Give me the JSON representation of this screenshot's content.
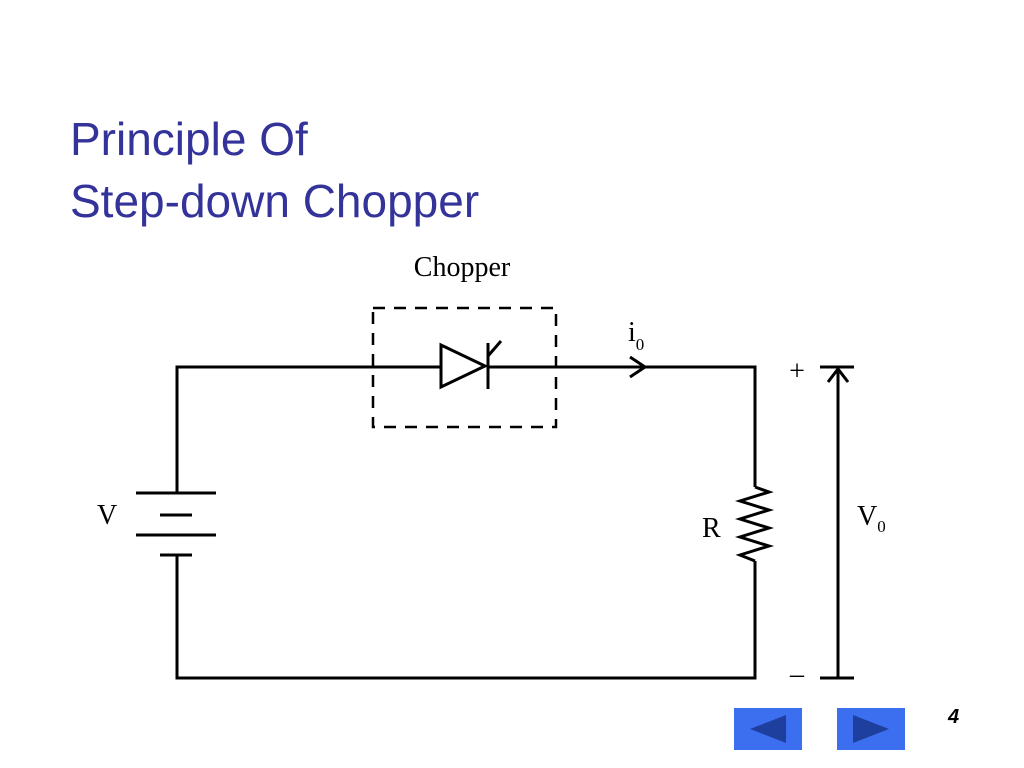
{
  "slide": {
    "title_line1": "Principle Of",
    "title_line2": "Step-down Chopper",
    "page_number": "4"
  },
  "diagram": {
    "chopper_label": "Chopper",
    "current_label": "i",
    "current_subscript": "0",
    "source_label": "V",
    "resistor_label": "R",
    "output_label": "V",
    "output_subscript": "0",
    "plus_sign": "+",
    "minus_sign": "–"
  },
  "nav": {
    "prev_icon": "triangle-left-icon",
    "next_icon": "triangle-right-icon",
    "button_color": "#3b6ff0",
    "arrow_color": "#1f3f9e"
  },
  "colors": {
    "title": "#333399",
    "background": "#ffffff"
  }
}
